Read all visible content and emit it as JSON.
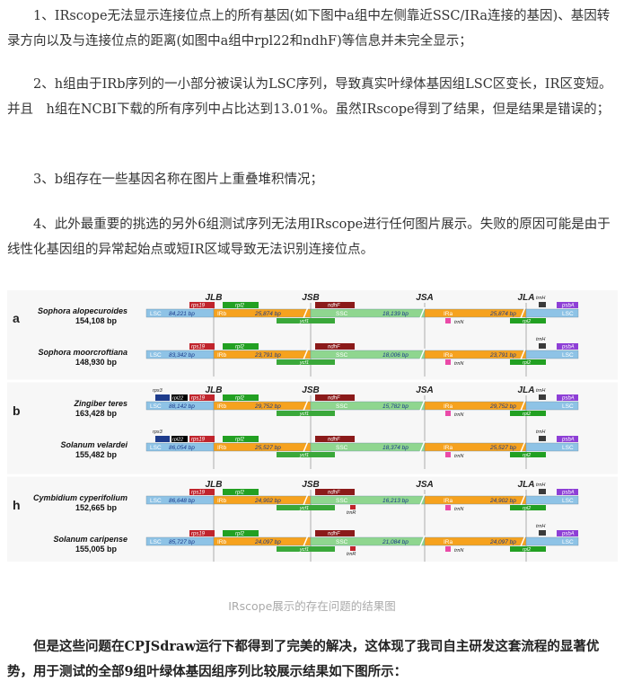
{
  "paragraphs": [
    "1、IRscope无法显示连接位点上的所有基因(如下图中a组中左侧靠近SSC/IRa连接的基因)、基因转录方向以及与连接位点的距离(如图中a组中rpl22和ndhF)等信息并未完全显示；",
    "2、h组由于IRb序列的一小部分被误认为LSC序列，导致真实叶绿体基因组LSC区变长，IR区变短。并且　h组在NCBI下载的所有序列中占比达到13.01%。虽然IRscope得到了结果，但是结果是错误的；",
    "3、b组存在一些基因名称在图片上重叠堆积情况；",
    "4、此外最重要的挑选的另外6组测试序列无法用IRscope进行任何图片展示。失败的原因可能是由于线性化基因组的异常起始点或短IR区域导致无法识别连接位点。"
  ],
  "figure": {
    "junctions": [
      "JLB",
      "JSB",
      "JSA",
      "JLA"
    ],
    "groups": [
      {
        "letter": "a",
        "tracks": [
          {
            "species": "Sophora alopecuroides",
            "length": "154,108 bp",
            "lsc": "84,221 bp",
            "irb": "25,874 bp",
            "ssc": "18,139 bp",
            "ira": "25,874 bp"
          },
          {
            "species": "Sophora moorcroftiana",
            "length": "148,930 bp",
            "lsc": "83,342 bp",
            "irb": "23,791 bp",
            "ssc": "18,006 bp",
            "ira": "23,791 bp"
          }
        ]
      },
      {
        "letter": "b",
        "tracks": [
          {
            "species": "Zingiber teres",
            "length": "163,428 bp",
            "lsc": "88,142 bp",
            "irb": "29,752 bp",
            "ssc": "15,782 bp",
            "ira": "29,752 bp"
          },
          {
            "species": "Solanum velardei",
            "length": "155,482 bp",
            "lsc": "86,054 bp",
            "irb": "25,527 bp",
            "ssc": "18,374 bp",
            "ira": "25,527 bp"
          }
        ]
      },
      {
        "letter": "h",
        "tracks": [
          {
            "species": "Cymbidium cyperifolium",
            "length": "152,665 bp",
            "lsc": "86,648 bp",
            "irb": "24,902 bp",
            "ssc": "16,213 bp",
            "ira": "24,902 bp"
          },
          {
            "species": "Solanum caripense",
            "length": "155,005 bp",
            "lsc": "85,727 bp",
            "irb": "24,097 bp",
            "ssc": "21,084 bp",
            "ira": "24,097 bp"
          }
        ]
      }
    ],
    "region_labels": {
      "lsc": "LSC",
      "irb": "IRb",
      "ssc": "SSC",
      "ira": "IRa"
    },
    "genes": {
      "rps19": "rps19",
      "rpl2": "rpl2",
      "ndhF": "ndhF",
      "trnN": "trnN",
      "trnH": "trnH",
      "psbA": "psbA",
      "rps3": "rps3",
      "rpl22": "rpl22",
      "ycf1": "ycf1",
      "trnR": "trnR"
    },
    "colors": {
      "lsc": "#8ec3e6",
      "irb": "#f6a21e",
      "ssc": "#8fd68f",
      "ira": "#f6a21e",
      "rpl2": "#22a022",
      "ndhF": "#8b1a1a",
      "rps19": "#c0242c",
      "psbA": "#8e3fd6",
      "trnN": "#ea4aa8",
      "rps3": "#1e3c8c",
      "trnH": "#3a3a3a",
      "ycf1": "#3aa83a"
    }
  },
  "caption": "IRscope展示的存在问题的结果图",
  "conclusion": "但是这些问题在CPJSdraw运行下都得到了完美的解决，这体现了我司自主研发这套流程的显著优势，用于测试的全部9组叶绿体基因组序列比较展示结果如下图所示："
}
